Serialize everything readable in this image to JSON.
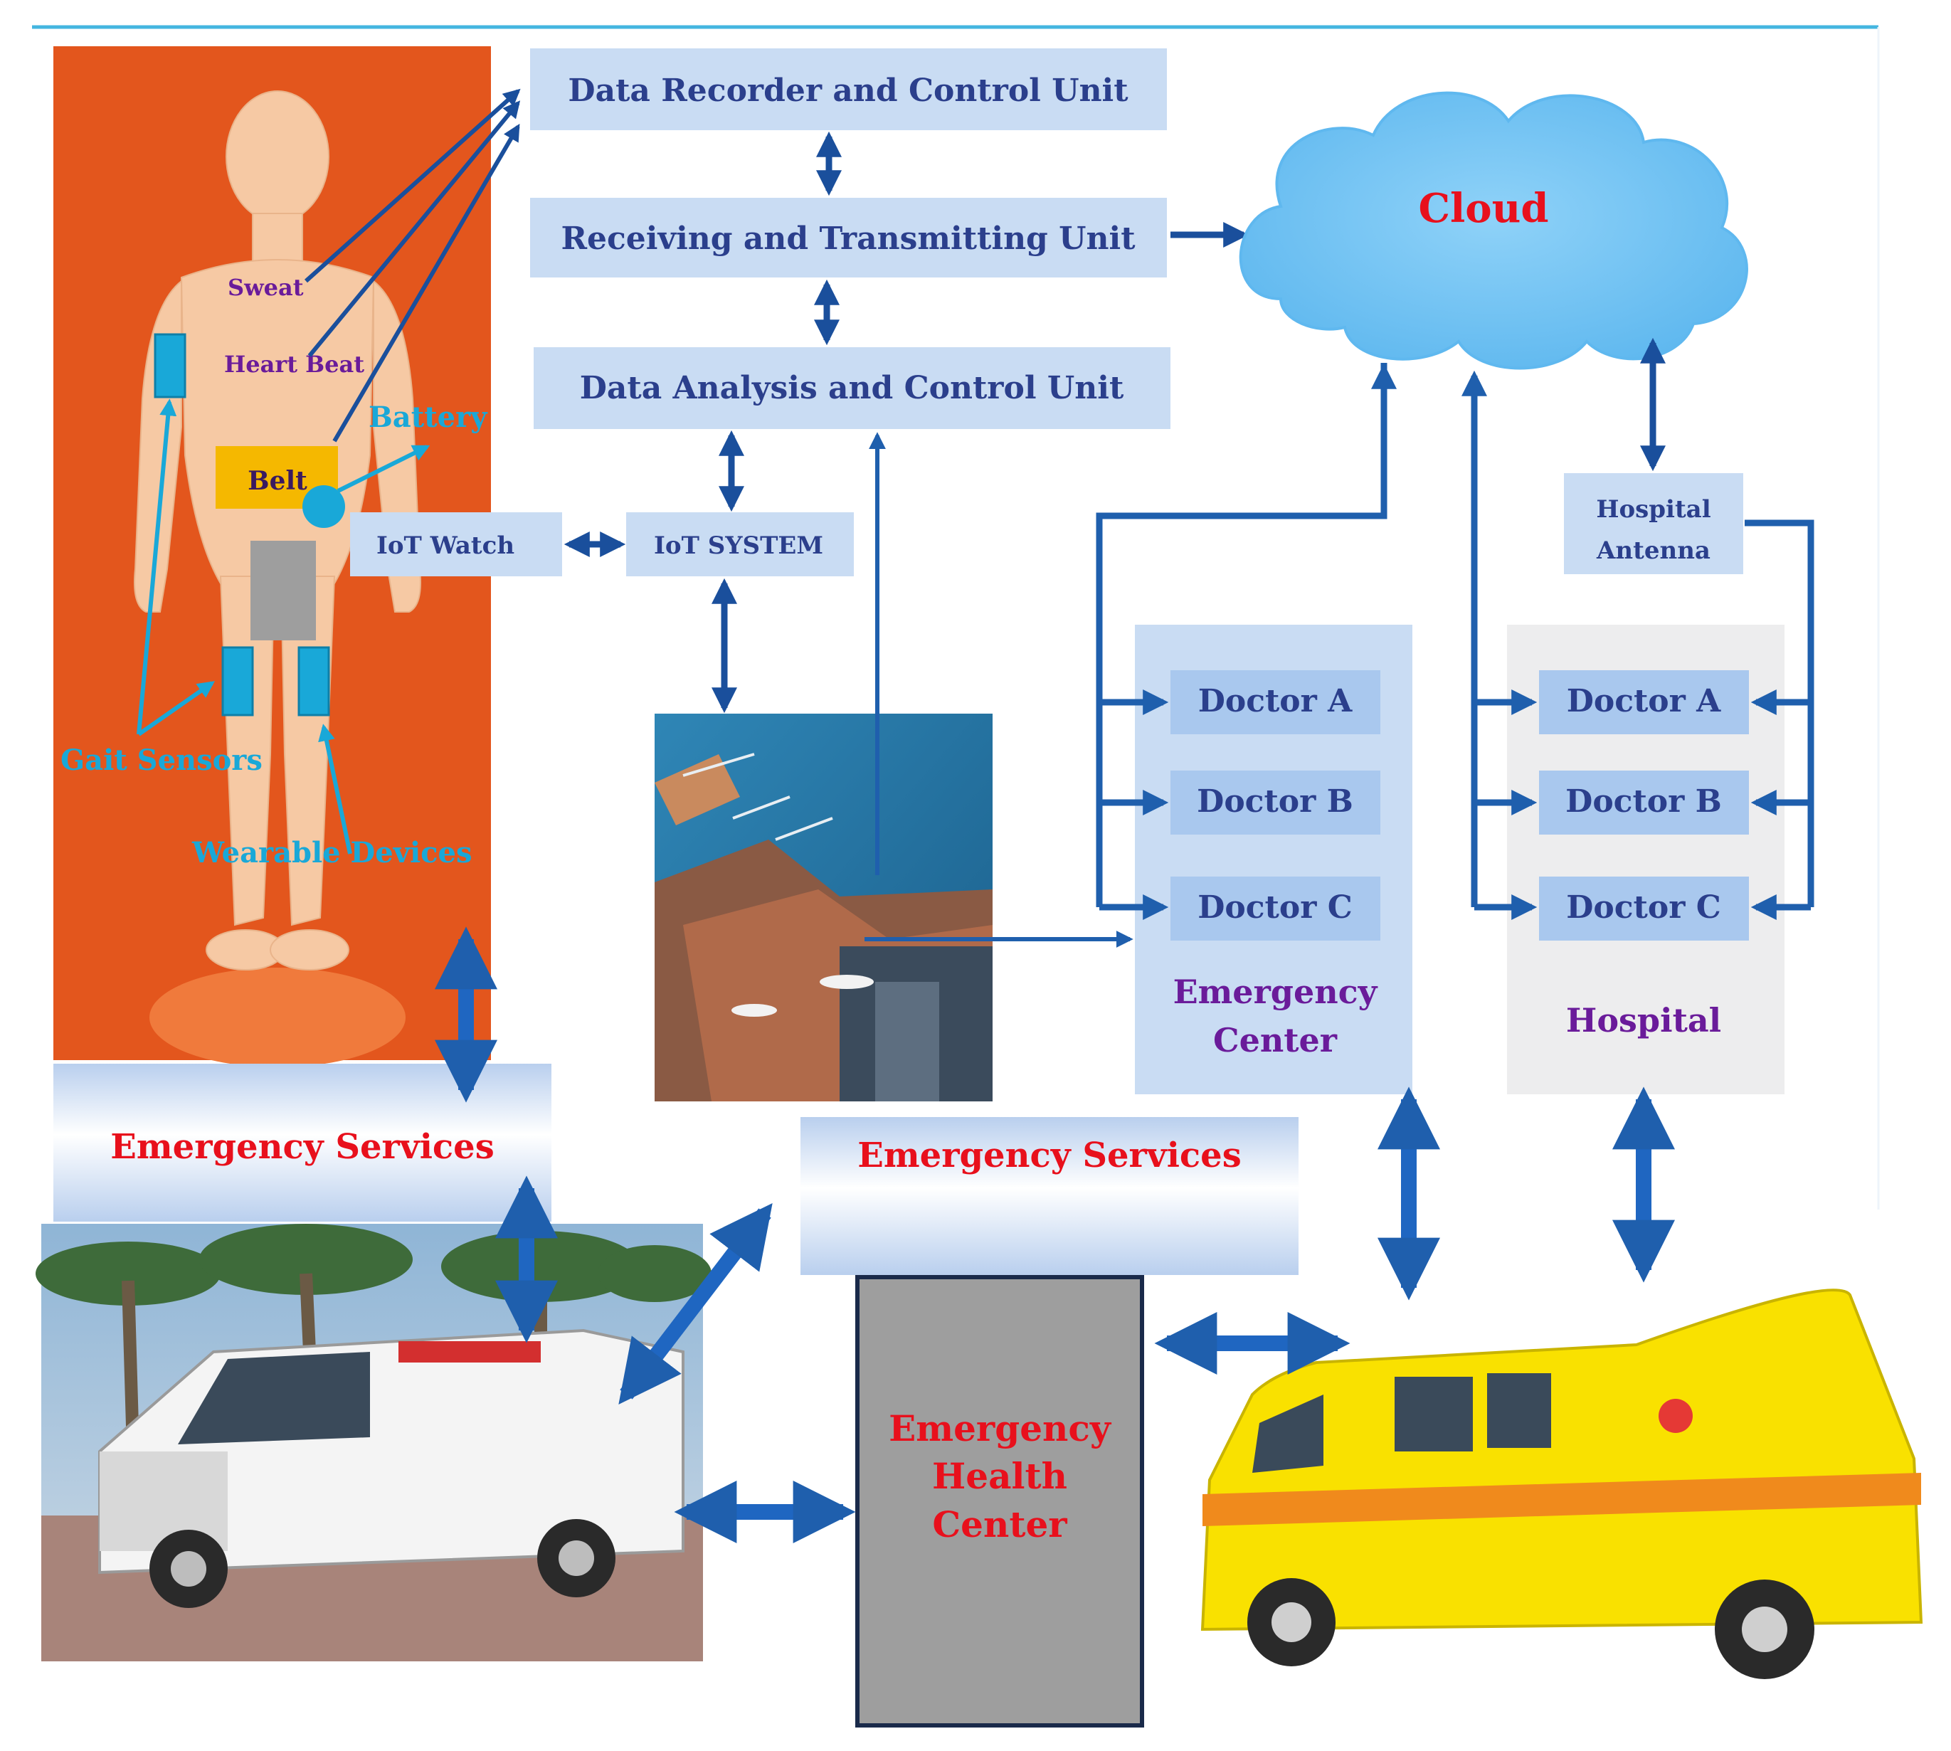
{
  "units": {
    "data_recorder": "Data Recorder and Control Unit",
    "receiving": "Receiving and Transmitting Unit",
    "data_analysis": "Data Analysis and Control Unit",
    "iot_watch": "IoT Watch",
    "iot_system": "IoT SYSTEM"
  },
  "cloud": {
    "label": "Cloud"
  },
  "hospital_antenna": {
    "line1": "Hospital",
    "line2": "Antenna"
  },
  "body_labels": {
    "sweat": "Sweat",
    "heart_beat": "Heart Beat",
    "battery": "Battery",
    "belt": "Belt",
    "gait_sensors": "Gait Sensors",
    "wearable_devices": "Wearable Devices"
  },
  "emergency_center": {
    "doctors": [
      "Doctor A",
      "Doctor B",
      "Doctor C"
    ],
    "label_line1": "Emergency",
    "label_line2": "Center"
  },
  "hospital": {
    "doctors": [
      "Doctor A",
      "Doctor B",
      "Doctor C"
    ],
    "label": "Hospital"
  },
  "emergency_services_left": "Emergency Services",
  "emergency_services_right": "Emergency Services",
  "emergency_health_center": {
    "line1": "Emergency",
    "line2": "Health",
    "line3": "Center"
  },
  "colors": {
    "arrow": "#1f5fad",
    "box_fill": "#c9dcf3",
    "title_text": "#2b3f8c",
    "red_text": "#e8101c",
    "purple_text": "#6a1b9a",
    "cyan": "#19a8d8",
    "body_background": "#e8581e"
  }
}
